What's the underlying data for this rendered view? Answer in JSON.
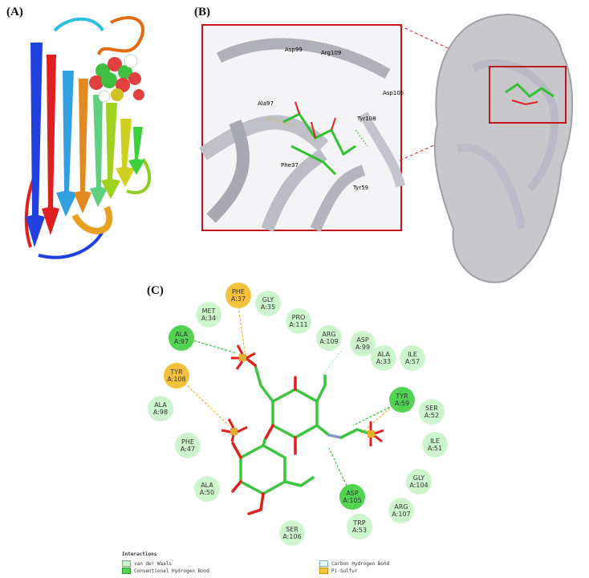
{
  "panels": {
    "a": {
      "label": "(A)"
    },
    "b": {
      "label": "(B)"
    },
    "c": {
      "label": "(C)"
    }
  },
  "zoom_labels": [
    "Asp99",
    "Arg109",
    "Asp105",
    "Ala97",
    "Tyr108",
    "Phe37",
    "Tyr59"
  ],
  "residues": [
    {
      "name": "PHE",
      "num": "A:37",
      "type": "pi-sulfur"
    },
    {
      "name": "GLY",
      "num": "A:35",
      "type": "vdw"
    },
    {
      "name": "MET",
      "num": "A:34",
      "type": "vdw"
    },
    {
      "name": "PRO",
      "num": "A:111",
      "type": "vdw"
    },
    {
      "name": "ALA",
      "num": "A:97",
      "type": "hbond"
    },
    {
      "name": "ARG",
      "num": "A:109",
      "type": "vdw"
    },
    {
      "name": "ASP",
      "num": "A:99",
      "type": "vdw"
    },
    {
      "name": "ALA",
      "num": "A:33",
      "type": "vdw"
    },
    {
      "name": "ILE",
      "num": "A:57",
      "type": "vdw"
    },
    {
      "name": "TYR",
      "num": "A:108",
      "type": "pi-sulfur"
    },
    {
      "name": "TYR",
      "num": "A:59",
      "type": "hbond"
    },
    {
      "name": "ALA",
      "num": "A:98",
      "type": "vdw"
    },
    {
      "name": "SER",
      "num": "A:52",
      "type": "vdw"
    },
    {
      "name": "PHE",
      "num": "A:47",
      "type": "vdw"
    },
    {
      "name": "ILE",
      "num": "A:51",
      "type": "vdw"
    },
    {
      "name": "GLY",
      "num": "A:104",
      "type": "vdw"
    },
    {
      "name": "ALA",
      "num": "A:50",
      "type": "vdw"
    },
    {
      "name": "ASP",
      "num": "A:105",
      "type": "hbond"
    },
    {
      "name": "ARG",
      "num": "A:107",
      "type": "vdw"
    },
    {
      "name": "TRP",
      "num": "A:53",
      "type": "vdw"
    },
    {
      "name": "SER",
      "num": "A:106",
      "type": "vdw"
    }
  ],
  "legend": {
    "title": "Interactions",
    "items": [
      {
        "label": "van der Waals",
        "color": "#cdf5cd"
      },
      {
        "label": "Conventional Hydrogen Bond",
        "color": "#52d352"
      },
      {
        "label": "Carbon Hydrogen Bond",
        "color": "#e6f7f2"
      },
      {
        "label": "Pi-Sulfur",
        "color": "#f3c13b"
      }
    ]
  }
}
